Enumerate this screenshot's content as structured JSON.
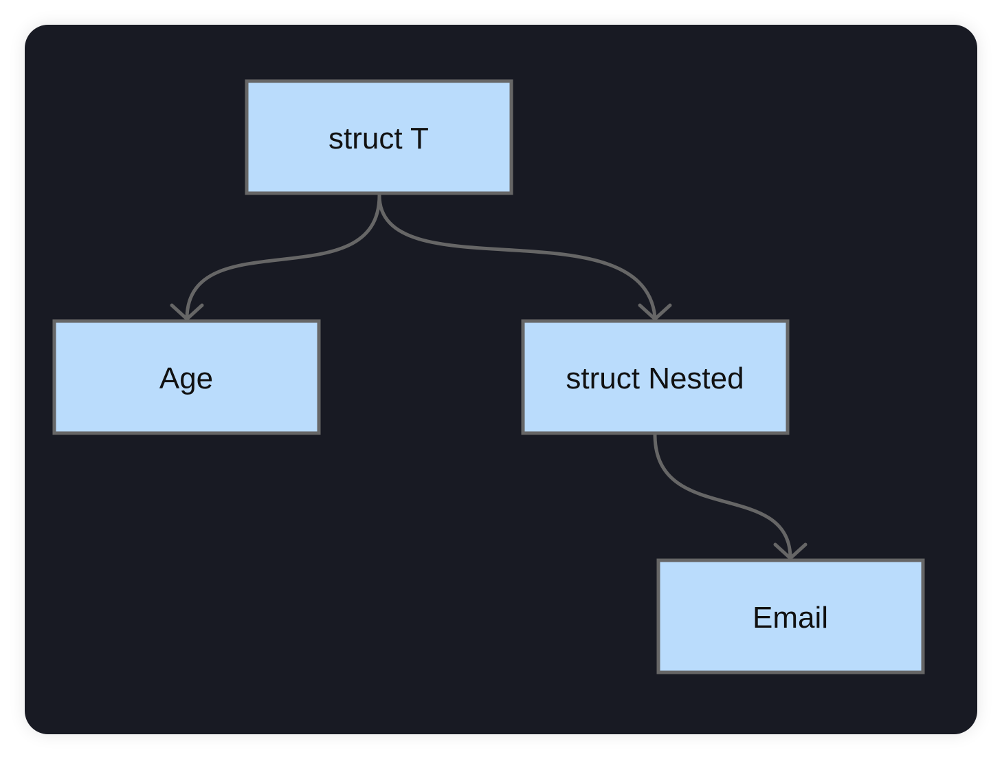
{
  "colors": {
    "background": "#181a23",
    "node_fill": "#badcfc",
    "node_stroke": "#666666",
    "edge": "#666666",
    "text": "#111111"
  },
  "diagram": {
    "nodes": [
      {
        "id": "struct-t",
        "label": "struct T"
      },
      {
        "id": "age",
        "label": "Age"
      },
      {
        "id": "struct-nested",
        "label": "struct Nested"
      },
      {
        "id": "email",
        "label": "Email"
      }
    ],
    "edges": [
      {
        "from": "struct-t",
        "to": "age"
      },
      {
        "from": "struct-t",
        "to": "struct-nested"
      },
      {
        "from": "struct-nested",
        "to": "email"
      }
    ]
  }
}
